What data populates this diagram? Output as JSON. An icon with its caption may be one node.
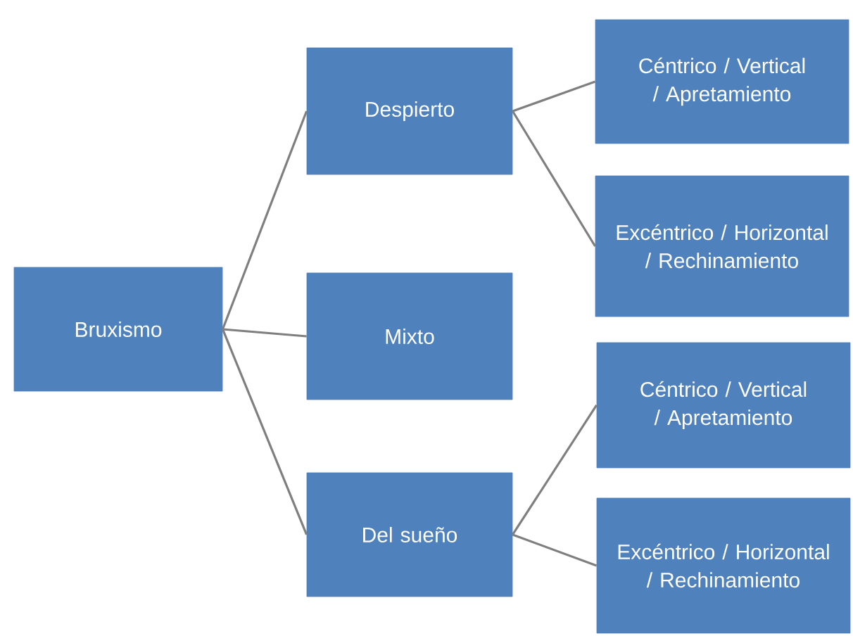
{
  "diagram": {
    "nodes": [
      {
        "text": [
          "Bruxismo"
        ]
      },
      {
        "text": [
          "Despierto"
        ]
      },
      {
        "text": [
          "Mixto"
        ]
      },
      {
        "text": [
          "Del sueño"
        ]
      },
      {
        "text": [
          "Céntrico / Vertical / Apretamiento"
        ]
      },
      {
        "text": [
          "Excéntrico / Horizontal / Rechinamiento"
        ]
      },
      {
        "text": [
          "Céntrico / Vertical / Apretamiento"
        ]
      },
      {
        "text": [
          "Excéntrico / Horizontal / Rechinamiento"
        ]
      }
    ],
    "edges": [
      {
        "from": 0,
        "to": 1,
        "arrow": "none"
      },
      {
        "from": 0,
        "to": 2,
        "arrow": "none"
      },
      {
        "from": 0,
        "to": 3,
        "arrow": "none"
      },
      {
        "from": 1,
        "to": 4,
        "arrow": "none"
      },
      {
        "from": 1,
        "to": 5,
        "arrow": "none"
      },
      {
        "from": 3,
        "to": 6,
        "arrow": "none"
      },
      {
        "from": 3,
        "to": 7,
        "arrow": "none"
      }
    ]
  }
}
